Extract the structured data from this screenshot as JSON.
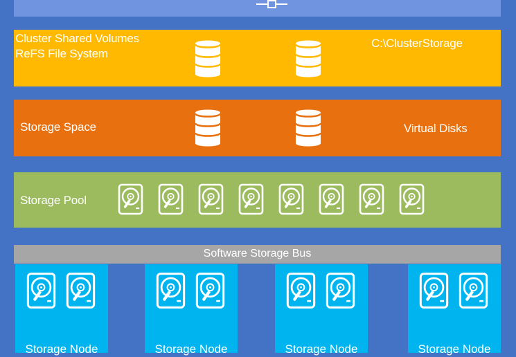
{
  "colors": {
    "background": "#4472C4",
    "cluster_network": "#7094DF",
    "csv_layer": "#FFB900",
    "storage_space_layer": "#E8700E",
    "storage_pool_layer": "#9CBB5F",
    "storage_bus": "#A6A6A6",
    "storage_node": "#00B4F0",
    "icon_stroke": "#FFFFFF"
  },
  "top_layer": {
    "icon": "network-connector-icon"
  },
  "csv_layer": {
    "label_line1": "Cluster Shared Volumes",
    "label_line2": "ReFS File System",
    "path_label": "C:\\ClusterStorage",
    "icons": [
      "database-icon",
      "database-icon"
    ]
  },
  "storage_space_layer": {
    "label": "Storage Space",
    "right_label": "Virtual Disks",
    "icons": [
      "database-icon",
      "database-icon"
    ]
  },
  "storage_pool_layer": {
    "label": "Storage Pool",
    "icons": [
      "hard-disk-icon",
      "hard-disk-icon",
      "hard-disk-icon",
      "hard-disk-icon",
      "hard-disk-icon",
      "hard-disk-icon",
      "hard-disk-icon",
      "hard-disk-icon"
    ]
  },
  "storage_bus": {
    "label": "Software Storage Bus"
  },
  "storage_nodes": [
    {
      "label": "Storage Node",
      "icons": [
        "hard-disk-icon",
        "hard-disk-icon"
      ]
    },
    {
      "label": "Storage Node",
      "icons": [
        "hard-disk-icon",
        "hard-disk-icon"
      ]
    },
    {
      "label": "Storage Node",
      "icons": [
        "hard-disk-icon",
        "hard-disk-icon"
      ]
    },
    {
      "label": "Storage Node",
      "icons": [
        "hard-disk-icon",
        "hard-disk-icon"
      ]
    }
  ]
}
